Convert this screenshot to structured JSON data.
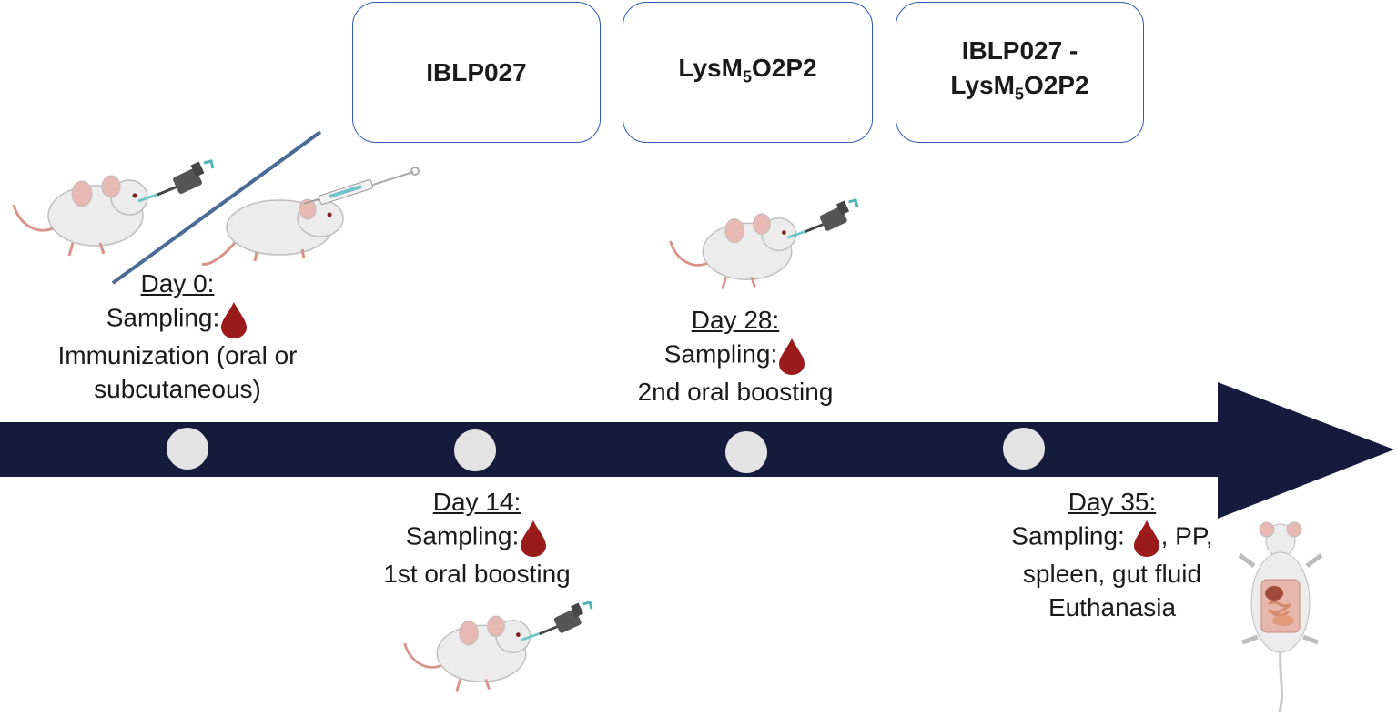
{
  "groups": [
    {
      "line1": "IBLP027",
      "line2": ""
    },
    {
      "line1": "LysM",
      "sub": "5",
      "rest": "O2P2"
    },
    {
      "line1": "IBLP027 -",
      "line2a": "LysM",
      "sub": "5",
      "rest": "O2P2"
    }
  ],
  "events": {
    "day0": {
      "day": "Day 0:",
      "sampling": "Sampling:",
      "line3": "Immunization (oral or",
      "line4": "subcutaneous)"
    },
    "day14": {
      "day": "Day 14:",
      "sampling": "Sampling:",
      "line3": "1st oral boosting"
    },
    "day28": {
      "day": "Day 28:",
      "sampling": "Sampling:",
      "line3": "2nd oral boosting"
    },
    "day35": {
      "day": "Day 35:",
      "sampling": "Sampling: ",
      "after_drop": ", PP,",
      "line3": "spleen, gut fluid",
      "line4": "Euthanasia"
    }
  },
  "colors": {
    "timeline": "#141b3d",
    "box_border": "#2f5bb0",
    "blood": "#9b1b1b",
    "dot": "#e3e3e3",
    "divider": "#4a6a96"
  },
  "icons": {
    "drop": "blood-drop-icon",
    "pipette": "pipette-icon",
    "syringe": "syringe-icon",
    "mouse": "mouse-icon",
    "dissected": "dissected-mouse-icon"
  }
}
